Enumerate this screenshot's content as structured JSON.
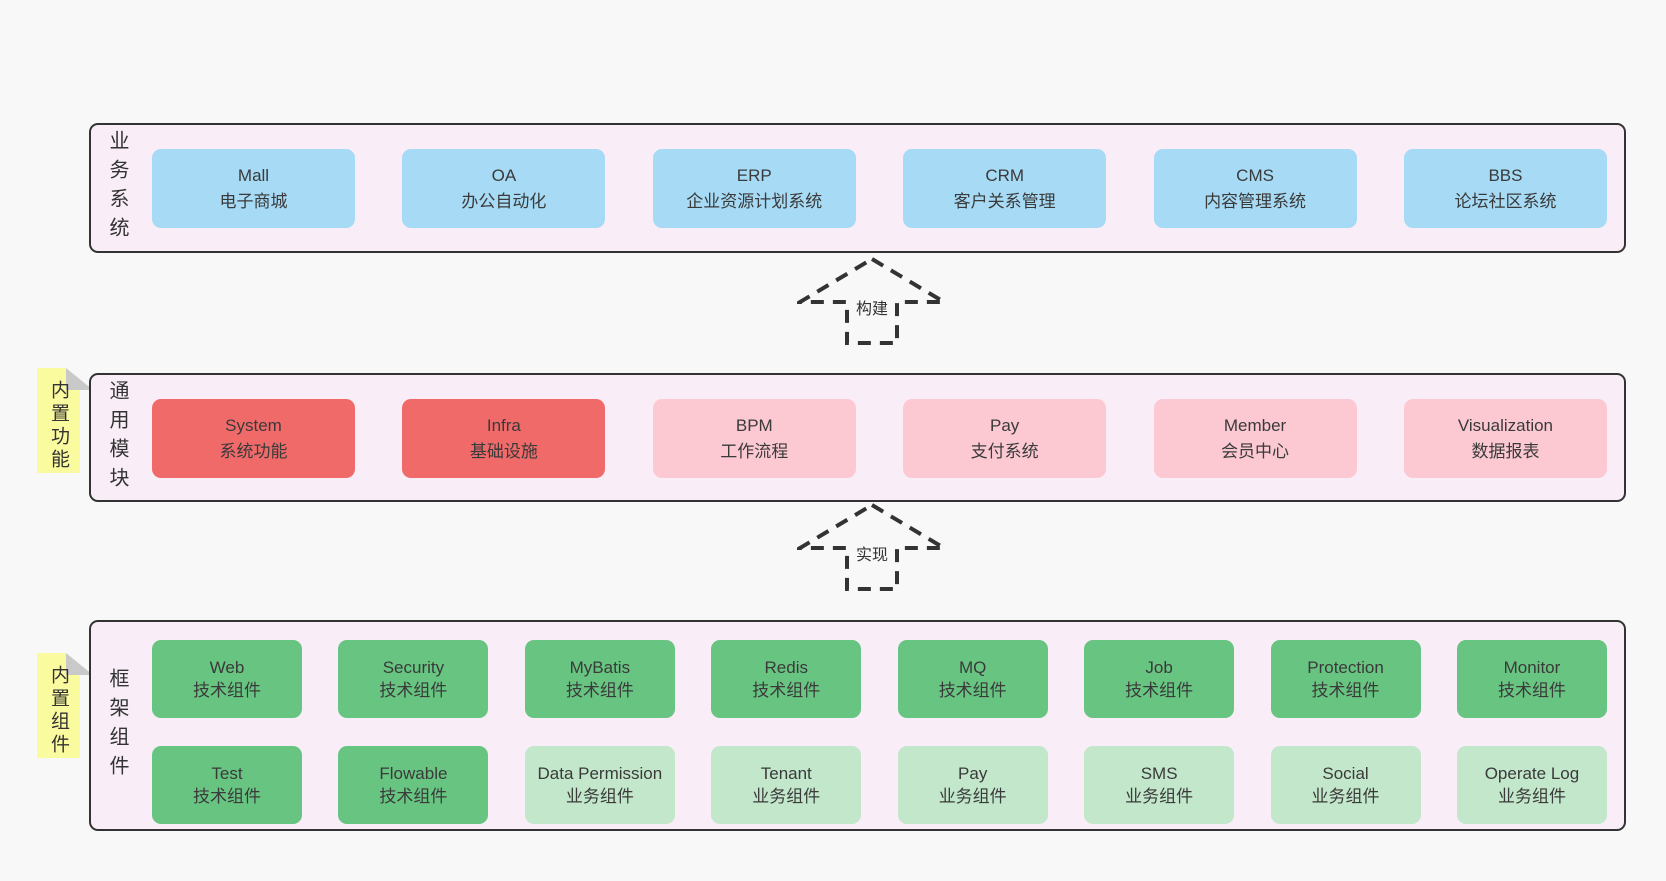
{
  "colors": {
    "page_bg": "#f8f8f8",
    "band_bg": "#f9eef8",
    "border": "#333333",
    "blue": "#a6daf5",
    "red": "#f16a6a",
    "pink": "#fcc9d3",
    "green": "#68c481",
    "light_green": "#c2e7cb",
    "sticky_yellow": "#fafa9e",
    "sticky_fold_gray": "#c9c9c9",
    "text": "#3a3a3a"
  },
  "arrows": [
    {
      "label": "构建"
    },
    {
      "label": "实现"
    }
  ],
  "layers": [
    {
      "label": "业务系统",
      "boxes": [
        {
          "name": "Mall",
          "desc": "电子商城"
        },
        {
          "name": "OA",
          "desc": "办公自动化"
        },
        {
          "name": "ERP",
          "desc": "企业资源计划系统"
        },
        {
          "name": "CRM",
          "desc": "客户关系管理"
        },
        {
          "name": "CMS",
          "desc": "内容管理系统"
        },
        {
          "name": "BBS",
          "desc": "论坛社区系统"
        }
      ]
    },
    {
      "label": "通用模块",
      "sticky": "内置功能",
      "boxes": [
        {
          "name": "System",
          "desc": "系统功能"
        },
        {
          "name": "Infra",
          "desc": "基础设施"
        },
        {
          "name": "BPM",
          "desc": "工作流程"
        },
        {
          "name": "Pay",
          "desc": "支付系统"
        },
        {
          "name": "Member",
          "desc": "会员中心"
        },
        {
          "name": "Visualization",
          "desc": "数据报表"
        }
      ]
    },
    {
      "label": "框架组件",
      "sticky": "内置组件",
      "rows": [
        [
          {
            "name": "Web",
            "desc": "技术组件"
          },
          {
            "name": "Security",
            "desc": "技术组件"
          },
          {
            "name": "MyBatis",
            "desc": "技术组件"
          },
          {
            "name": "Redis",
            "desc": "技术组件"
          },
          {
            "name": "MQ",
            "desc": "技术组件"
          },
          {
            "name": "Job",
            "desc": "技术组件"
          },
          {
            "name": "Protection",
            "desc": "技术组件"
          },
          {
            "name": "Monitor",
            "desc": "技术组件"
          }
        ],
        [
          {
            "name": "Test",
            "desc": "技术组件"
          },
          {
            "name": "Flowable",
            "desc": "技术组件"
          },
          {
            "name": "Data Permission",
            "desc": "业务组件"
          },
          {
            "name": "Tenant",
            "desc": "业务组件"
          },
          {
            "name": "Pay",
            "desc": "业务组件"
          },
          {
            "name": "SMS",
            "desc": "业务组件"
          },
          {
            "name": "Social",
            "desc": "业务组件"
          },
          {
            "name": "Operate Log",
            "desc": "业务组件"
          }
        ]
      ]
    }
  ]
}
